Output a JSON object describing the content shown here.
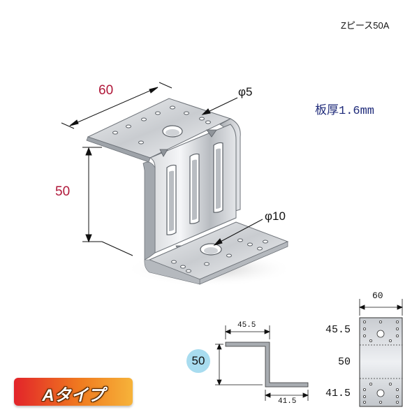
{
  "product_code": "Zピース50A",
  "thickness": "板厚1.6mm",
  "main_drawing": {
    "width_dim": "60",
    "height_dim": "50",
    "small_hole": "φ5",
    "large_hole": "φ10"
  },
  "side_view": {
    "top_dim": "45.5",
    "height_dim": "50",
    "bottom_dim": "41.5"
  },
  "flat_view": {
    "width_dim": "60",
    "section_top": "45.5",
    "section_middle": "50",
    "section_bottom": "41.5"
  },
  "type_label": "Aタイプ"
}
